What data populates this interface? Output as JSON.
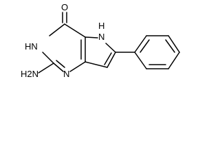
{
  "structure": {
    "atom_labels": {
      "oxygen": "O",
      "ring_nh_left": "HN",
      "ring_nh_top": "H",
      "pyrrole_n": "N",
      "pyrimidine_n_bottom": "N",
      "amino": "H2N"
    }
  }
}
